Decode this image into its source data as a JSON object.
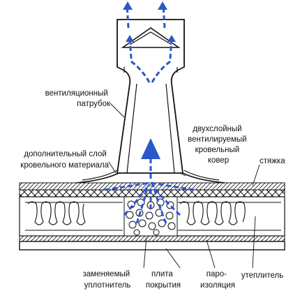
{
  "labels": {
    "vent_pipe": [
      "вентиляционный",
      "патрубок"
    ],
    "extra_layer": [
      "дополнительный слой",
      "кровельного материала"
    ],
    "two_layer_carpet": [
      "двухслойный",
      "вентилируемый",
      "кровельный",
      "ковер"
    ],
    "screed": "стяжка",
    "replaceable_seal": [
      "заменяемый",
      "уплотнитель"
    ],
    "cover_slab": [
      "плита",
      "покрытия"
    ],
    "vapor_barrier": [
      "паро-",
      "изоляция"
    ],
    "insulation": "утеплитель"
  },
  "colors": {
    "air_flow": "#2c57c9",
    "ink": "#111111"
  }
}
